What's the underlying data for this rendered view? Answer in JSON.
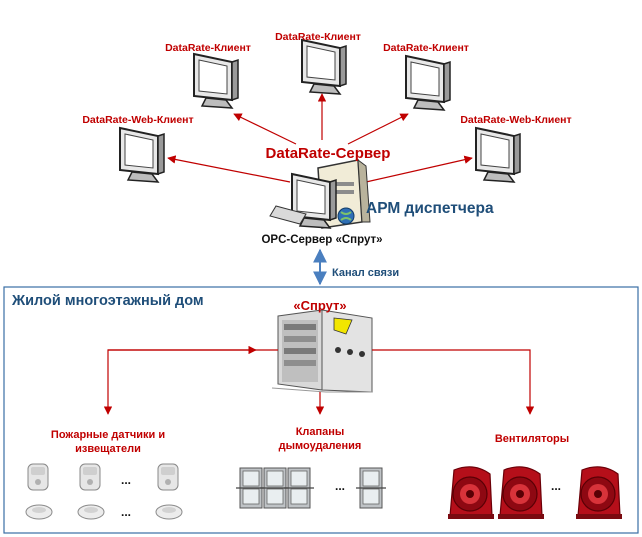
{
  "clients": {
    "top_left": "DataRate-Клиент",
    "top_center": "DataRate-Клиент",
    "top_right": "DataRate-Клиент",
    "web_left": "DataRate-Web-Клиент",
    "web_right": "DataRate-Web-Клиент"
  },
  "server": {
    "label": "DataRate-Сервер",
    "workstation": "АРМ диспетчера",
    "opc": "OPC-Сервер «Спрут»"
  },
  "channel": "Канал связи",
  "building": {
    "title": "Жилой многоэтажный дом",
    "controller": "«Спрут»",
    "fire_sensors_line1": "Пожарные датчики и",
    "fire_sensors_line2": "извещатели",
    "valves_line1": "Клапаны",
    "valves_line2": "дымоудаления",
    "fans": "Вентиляторы",
    "ellipsis": "..."
  },
  "colors": {
    "red": "#c00000",
    "blue": "#1f4e79",
    "box_border": "#3a6ea5",
    "channel_arrow": "#4a7fbf"
  }
}
